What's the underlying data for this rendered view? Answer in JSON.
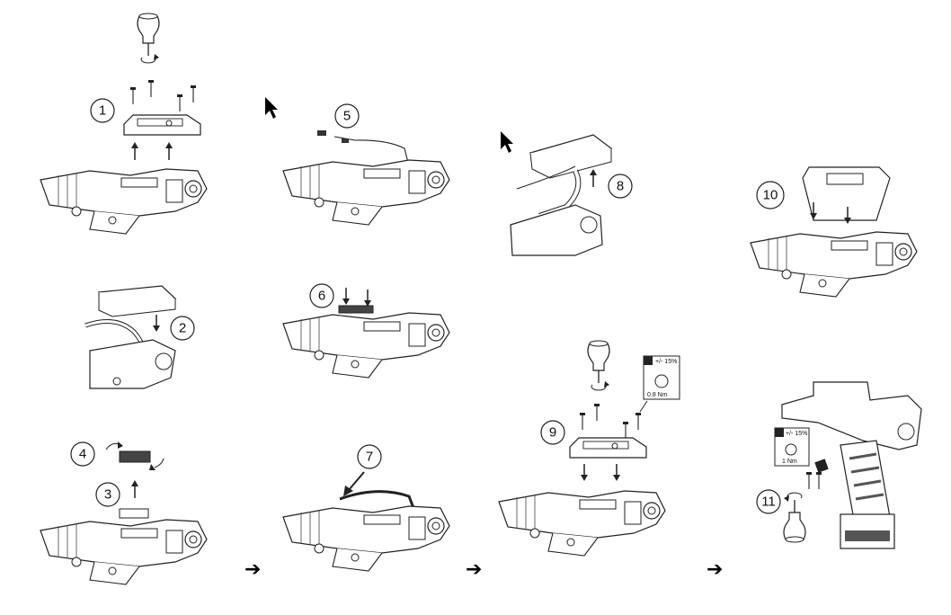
{
  "steps": [
    {
      "number": "1"
    },
    {
      "number": "2"
    },
    {
      "number": "3"
    },
    {
      "number": "4"
    },
    {
      "number": "5"
    },
    {
      "number": "6"
    },
    {
      "number": "7"
    },
    {
      "number": "8"
    },
    {
      "number": "9"
    },
    {
      "number": "10"
    },
    {
      "number": "11"
    }
  ],
  "torque_spec_9": {
    "tolerance": "+/- 15%",
    "value": "0.8 Nm"
  },
  "torque_spec_11": {
    "tolerance": "+/- 15%",
    "value": "1 Nm"
  },
  "flow_arrows": [
    "➔",
    "➔",
    "➔"
  ],
  "icons": [
    "cursor-pointer-icon",
    "screwdriver-bit-icon",
    "torque-wrench-icon",
    "flow-arrow-icon"
  ]
}
